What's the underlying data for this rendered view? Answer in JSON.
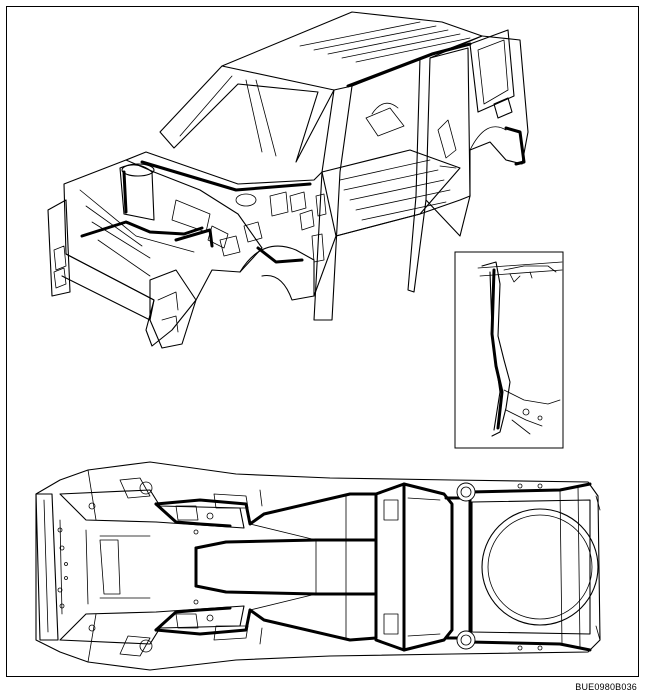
{
  "figure_code": "BUE0980B036",
  "colors": {
    "line": "#000000",
    "background": "#ffffff"
  },
  "views": [
    "body-shell-isometric",
    "pillar-detail-inset",
    "underbody-plan"
  ]
}
